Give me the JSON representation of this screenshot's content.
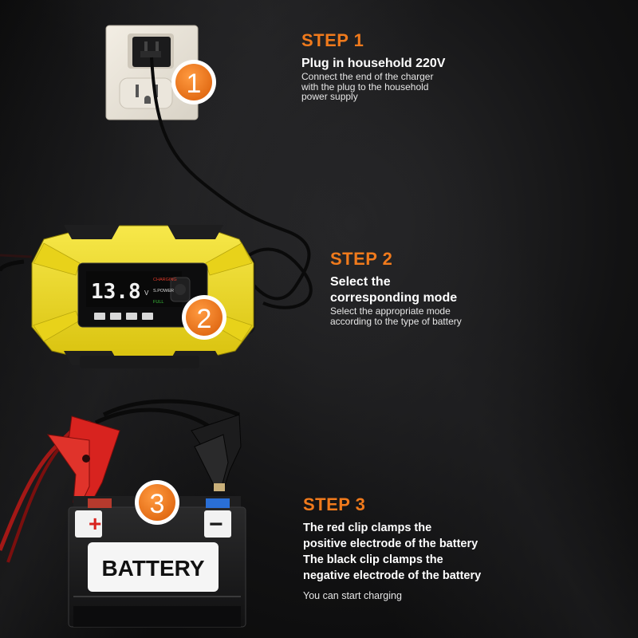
{
  "steps": [
    {
      "title": "STEP 1",
      "heading": "Plug in household 220V",
      "desc_lines": [
        "Connect the end of the charger",
        "with the plug to the household",
        "power supply"
      ],
      "badge": "1"
    },
    {
      "title": "STEP 2",
      "heading_lines": [
        "Select the",
        "corresponding mode"
      ],
      "desc_lines": [
        "Select the appropriate mode",
        "according to the type of battery"
      ],
      "badge": "2"
    },
    {
      "title": "STEP 3",
      "heading_lines": [
        "The red clip clamps the",
        "positive electrode of the battery",
        "The black clip clamps the",
        "negative electrode of the battery"
      ],
      "note": "You can start charging",
      "badge": "3"
    }
  ],
  "charger": {
    "voltage_reading": "13.8",
    "unit": "V",
    "status_labels": [
      "CHARGING",
      "S.POWER",
      "FULL"
    ]
  },
  "battery": {
    "label": "BATTERY",
    "plus": "+",
    "minus": "−"
  },
  "colors": {
    "accent_orange": "#f07a1c",
    "charger_yellow": "#f0dc1a",
    "clip_red": "#d8231f",
    "terminal_blue": "#2a6fd6"
  },
  "icons": [
    "power-socket",
    "mode-button",
    "red-clip",
    "black-clip"
  ]
}
